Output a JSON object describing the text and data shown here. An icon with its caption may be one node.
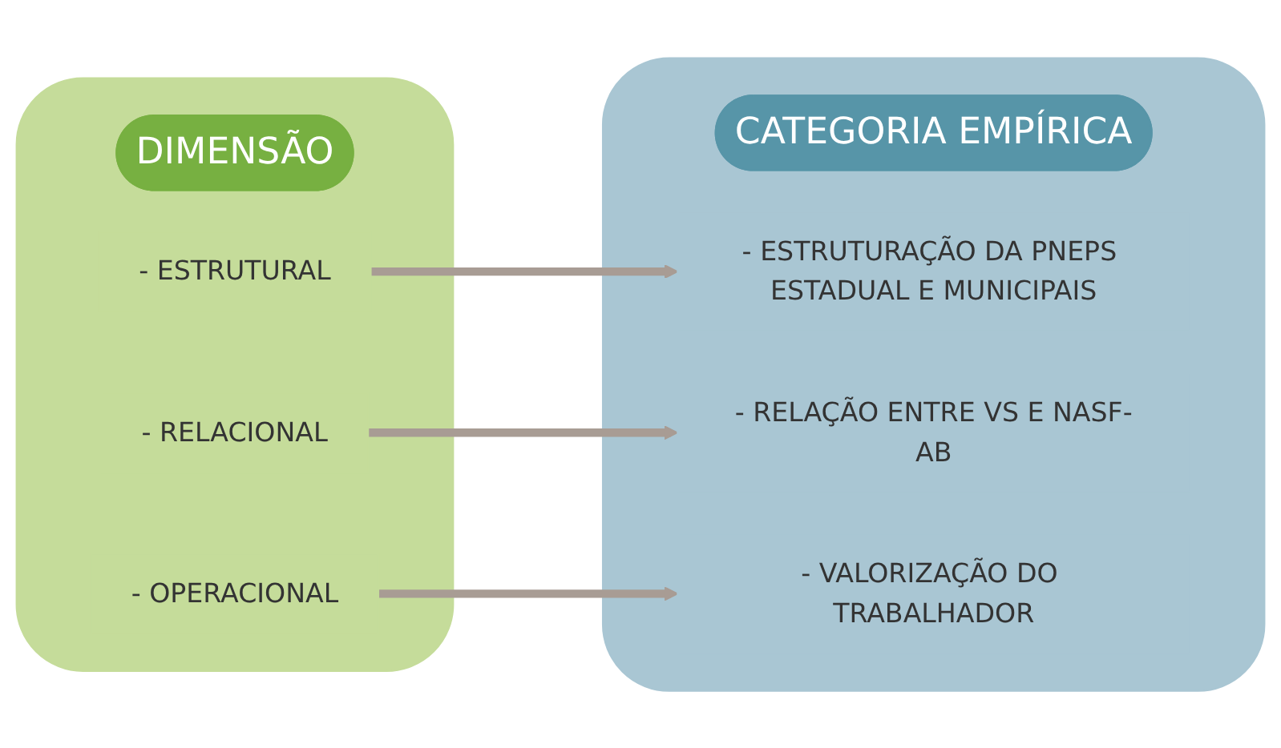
{
  "diagram": {
    "nodes": [
      {
        "text": [],
        "shape": "box"
      },
      {
        "text": [
          "DIMENSÃO"
        ],
        "in": 0
      },
      {
        "text": [
          "- ESTRUTURAL"
        ],
        "in": 0
      },
      {
        "text": [
          "- RELACIONAL"
        ],
        "in": 0
      },
      {
        "text": [
          "- OPERACIONAL"
        ],
        "in": 0
      },
      {
        "text": [],
        "shape": "box"
      },
      {
        "text": [
          "CATEGORIA EMPÍRICA"
        ],
        "in": 5
      },
      {
        "text": [
          "- ESTRUTURAÇÃO DA PNEPS ESTADUAL E MUNICIPAIS"
        ],
        "in": 5
      },
      {
        "text": [
          "- RELAÇÃO ENTRE VS E NASF-AB"
        ],
        "in": 5
      },
      {
        "text": [
          "- VALORIZAÇÃO DO TRABALHADOR"
        ],
        "in": 5
      }
    ],
    "edges": [
      {
        "from": 2,
        "to": 7,
        "arrow": "to"
      },
      {
        "from": 3,
        "to": 8,
        "arrow": "to"
      },
      {
        "from": 4,
        "to": 9,
        "arrow": "to"
      }
    ]
  }
}
